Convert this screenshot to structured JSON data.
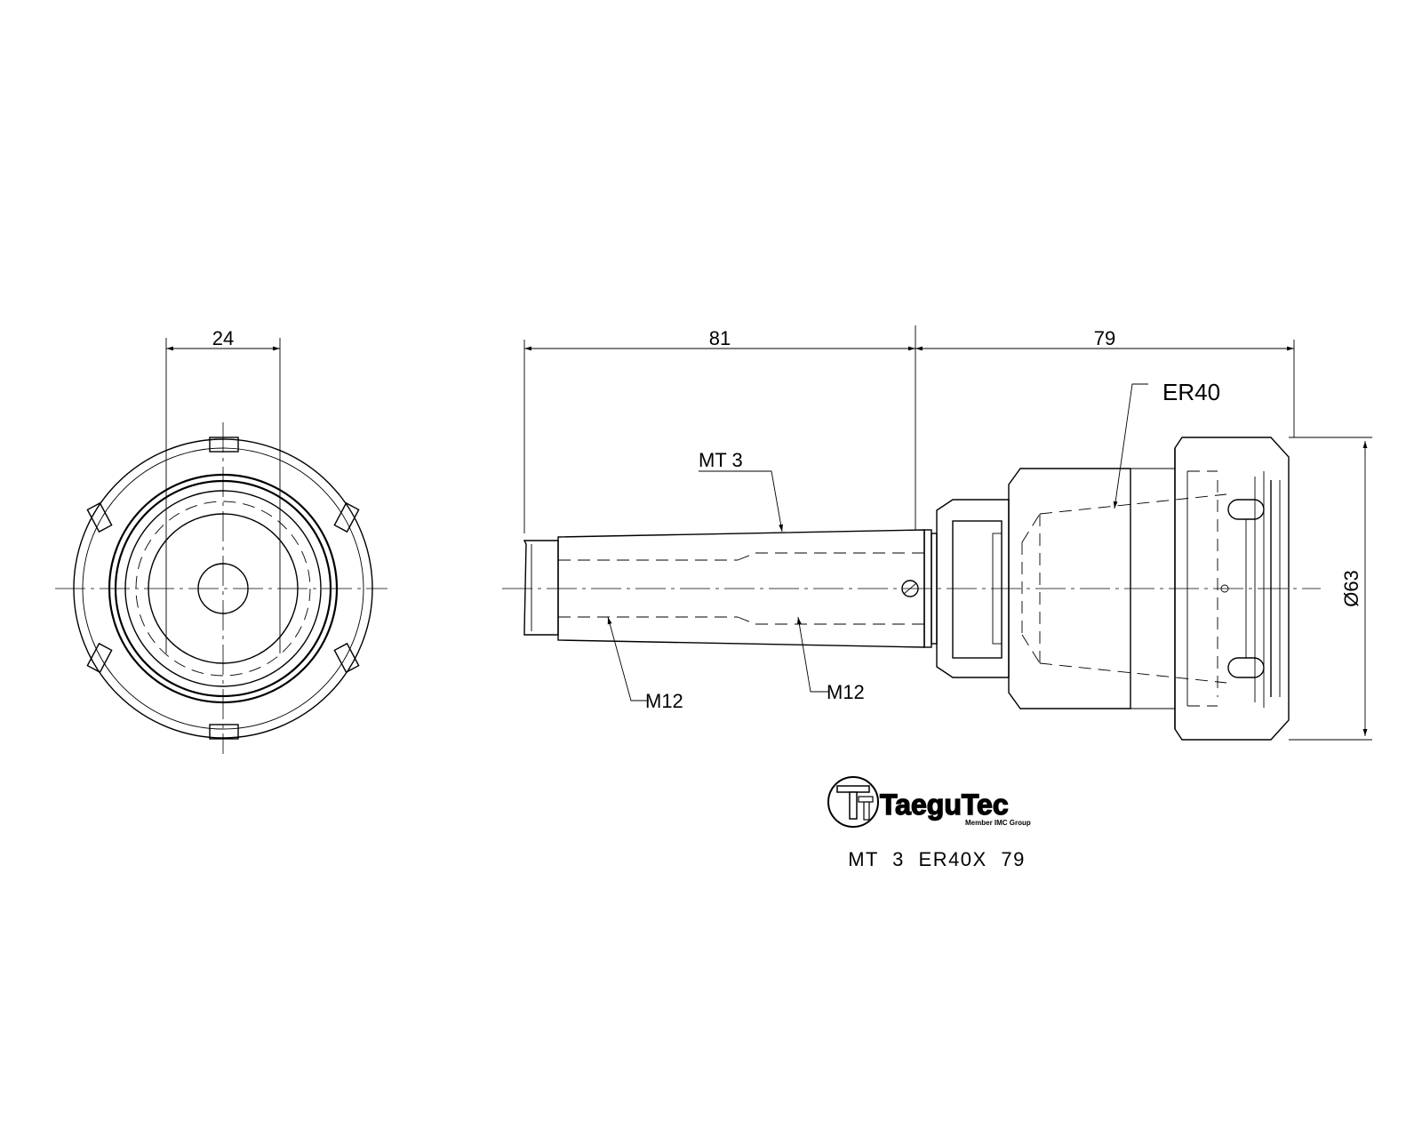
{
  "front_view": {
    "width_dimension": "24"
  },
  "side_view": {
    "dimensions": {
      "shank_length": "81",
      "nut_length": "79",
      "diameter": "Ø63"
    },
    "callouts": {
      "taper": "MT 3",
      "collet": "ER40",
      "thread_left": "M12",
      "thread_right": "M12"
    }
  },
  "brand": {
    "name": "TaeguTec",
    "tagline": "Member IMC Group",
    "logo_icon": "taegutec-logo-icon"
  },
  "part_number": "MT 3 ER40X 79"
}
